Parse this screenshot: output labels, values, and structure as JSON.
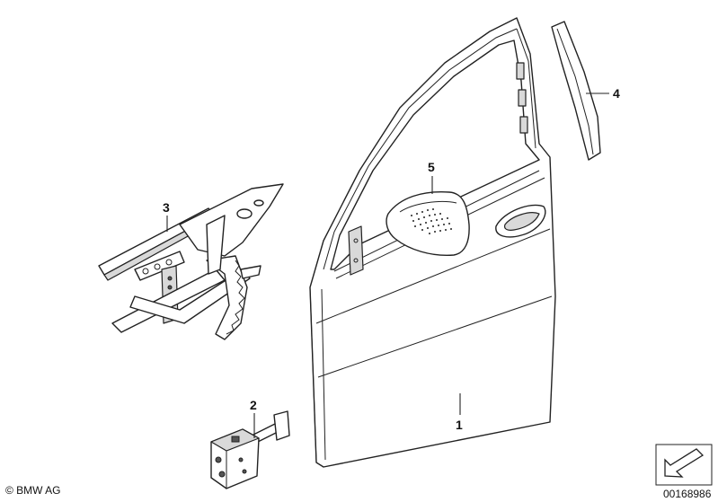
{
  "callouts": {
    "c1": "1",
    "c2": "2",
    "c3": "3",
    "c4": "4",
    "c5": "5"
  },
  "footer": {
    "copyright": "© BMW AG",
    "image_number": "00168986"
  },
  "colors": {
    "line": "#222222",
    "shade": "#d9d9d9",
    "background": "#ffffff"
  }
}
